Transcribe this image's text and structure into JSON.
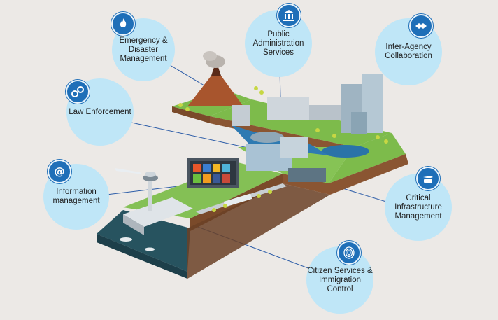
{
  "labels": {
    "emergency": "Emergency & Disaster Management",
    "public_admin": "Public Administration Services",
    "inter_agency": "Inter-Agency Collaboration",
    "law": "Law Enforcement",
    "information": "Information management",
    "critical": "Critical Infrastructure Management",
    "citizen": "Citizen Services & Immigration Control"
  },
  "icons": {
    "emergency": "fire-icon",
    "public_admin": "government-building-icon",
    "inter_agency": "handshake-icon",
    "law": "handcuffs-icon",
    "information": "at-sign-icon",
    "critical": "train-plane-icon",
    "citizen": "fingerprint-icon"
  },
  "colors": {
    "bubble": "#bfe6f7",
    "badge": "#1f6fb8",
    "background": "#ece9e6"
  }
}
